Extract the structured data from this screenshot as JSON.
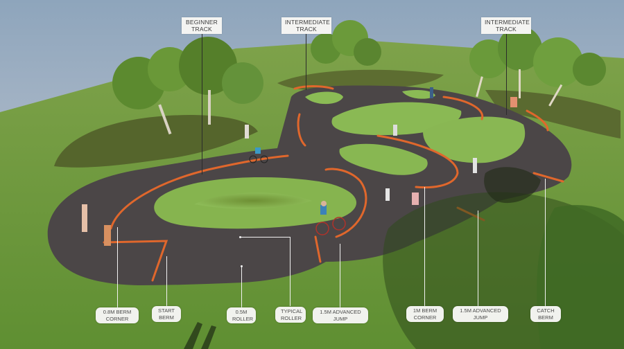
{
  "image": {
    "subject": "Pump track 3D concept render with annotated features",
    "colors": {
      "sky_top": "#8fa6bd",
      "sky_bottom": "#c9ccd4",
      "grass": "#6f9a3c",
      "grass_dark": "#4f7a2a",
      "asphalt": "#4a4546",
      "berm_edge": "#e0672c",
      "label_bg": "#f4f4f2",
      "label_text": "#3a3a3a"
    }
  },
  "top_labels": [
    {
      "id": "beginner-track",
      "text": "BEGINNER\nTRACK"
    },
    {
      "id": "intermediate-track-1",
      "text": "INTERMEDIATE\nTRACK"
    },
    {
      "id": "intermediate-track-2",
      "text": "INTERMEDIATE\nTRACK"
    }
  ],
  "bottom_labels": [
    {
      "id": "berm-corner-0-8",
      "text": "0.8M BERM\nCORNER"
    },
    {
      "id": "start-berm",
      "text": "START\nBERM"
    },
    {
      "id": "roller-0-5",
      "text": "0.5M\nROLLER"
    },
    {
      "id": "typical-roller",
      "text": "TYPICAL\nROLLER"
    },
    {
      "id": "advanced-jump-1",
      "text": "1.5M ADVANCED\nJUMP"
    },
    {
      "id": "berm-corner-1",
      "text": "1M BERM\nCORNER"
    },
    {
      "id": "advanced-jump-2",
      "text": "1.5M ADVANCED\nJUMP"
    },
    {
      "id": "catch-berm",
      "text": "CATCH\nBERM"
    }
  ]
}
